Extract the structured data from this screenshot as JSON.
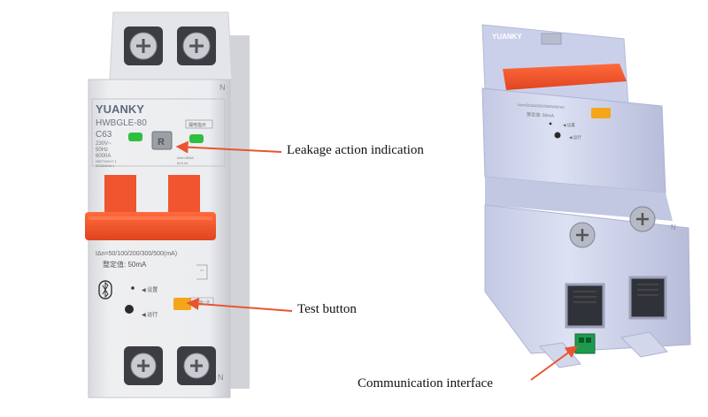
{
  "annotations": {
    "leakage": "Leakage action indication",
    "test": "Test button",
    "comm": "Communication interface"
  },
  "device_left": {
    "brand": "YUANKY",
    "model": "HWBGLE-80",
    "rating": "C63",
    "voltage": "230V~",
    "frequency": "50Hz",
    "capacity": "6000A",
    "standard1": "GB/T16917.1",
    "standard2": "IEC61009-1",
    "reset_letter": "R",
    "leak_label": "漏电指示",
    "current_range": "IΔn=50/100/200/300/500(mA)",
    "setting": "整定值: 50mA",
    "neutral_mark": "N",
    "right_small1": "IΔm=500A",
    "right_small2": "IΔ 0.2s",
    "setup_label": "◀ 设置",
    "run_label": "◀ 运行",
    "test_side_label": "每月按一次"
  },
  "device_right": {
    "brand": "YUANKY",
    "current_range": "IΔn=50/100/200/300/500(mA)",
    "setting": "整定值: 50mA",
    "setup_label": "◀ 设置",
    "run_label": "◀ 运行",
    "neutral_mark": "N"
  },
  "colors": {
    "housing": "#e6e7ea",
    "housing_shadow": "#c9cbd3",
    "right_housing": "#d7dbef",
    "handle": "#f2522e",
    "leak_indicator": "#2fbf3f",
    "test_button": "#f4a51a",
    "arrow": "#e8552f"
  }
}
